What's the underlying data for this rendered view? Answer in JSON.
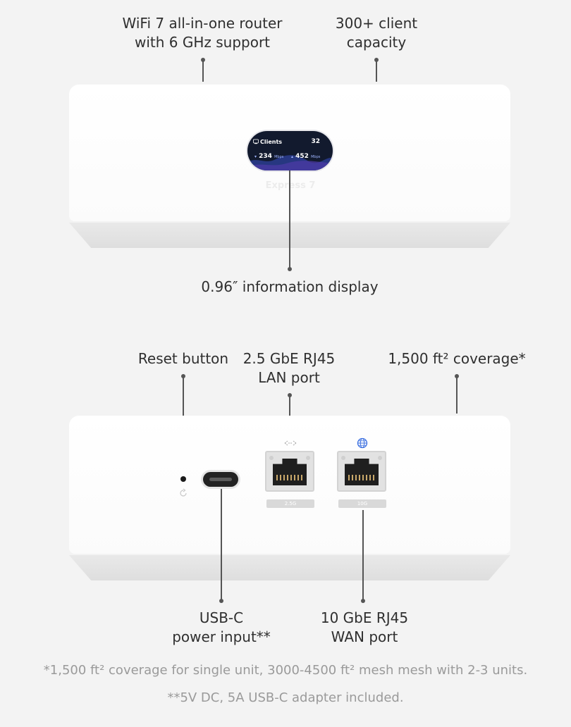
{
  "top_labels": {
    "router": [
      "WiFi 7 all-in-one router",
      "with 6 GHz support"
    ],
    "capacity": [
      "300+ client",
      "capacity"
    ],
    "display": "0.96″ information display"
  },
  "screen": {
    "clients_label": "Clients",
    "clients_count": "32",
    "down_value": "234",
    "down_unit": "Mbps",
    "up_value": "452",
    "up_unit": "Mbps"
  },
  "brand": "Express 7",
  "bottom_labels": {
    "reset": "Reset button",
    "lan": [
      "2.5 GbE RJ45",
      "LAN port"
    ],
    "coverage": "1,500 ft² coverage*",
    "usbc": [
      "USB-C",
      "power input**"
    ],
    "wan": [
      "10 GbE RJ45",
      "WAN port"
    ]
  },
  "ports": {
    "lan_tag": "2.5G",
    "wan_tag": "10G"
  },
  "footnotes": [
    "*1,500 ft² coverage for single unit, 3000-4500 ft² mesh mesh with 2-3 units.",
    "**5V DC, 5A USB-C adapter included."
  ],
  "icons": {
    "lan": "arrows-lan-icon",
    "wan": "globe-icon",
    "reset": "reset-icon",
    "screen": "router-icon"
  },
  "colors": {
    "screen_bg": "#121a2e",
    "wan_icon": "#3b6fe0"
  }
}
